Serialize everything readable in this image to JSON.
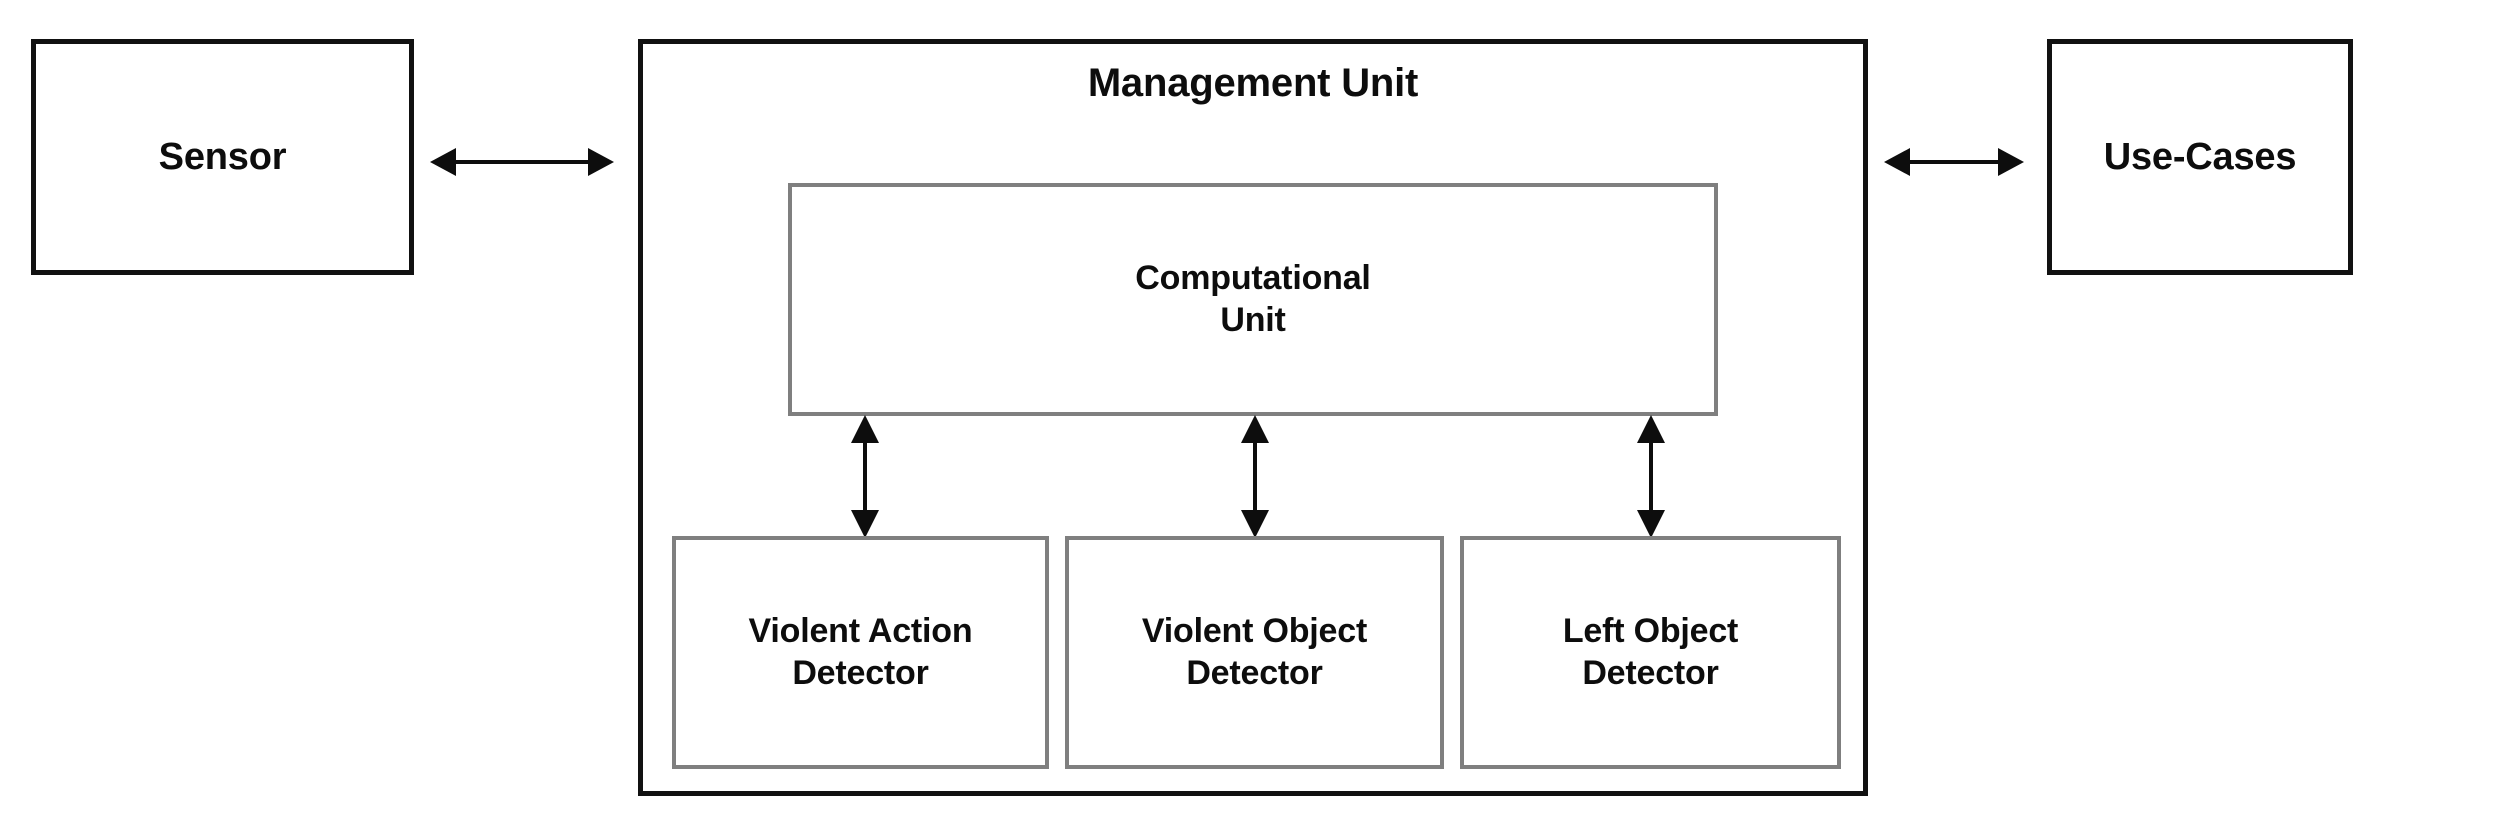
{
  "diagram": {
    "title": "System architecture block diagram",
    "background_color": "#ffffff",
    "outer_border_color": "#111111",
    "inner_border_color": "#7f7f7f",
    "text_color": "#0d0d0d"
  },
  "nodes": {
    "sensor": {
      "label": "Sensor"
    },
    "use_cases": {
      "label": "Use-Cases"
    },
    "management_unit": {
      "title": "Management Unit"
    },
    "computational_unit": {
      "label": "Computational\nUnit"
    },
    "detectors": [
      {
        "label": "Violent Action\nDetector"
      },
      {
        "label": "Violent Object\nDetector"
      },
      {
        "label": "Left Object\nDetector"
      }
    ]
  },
  "connectors": [
    {
      "name": "sensor-to-management",
      "from": "sensor",
      "to": "management_unit",
      "direction": "bidirectional",
      "orientation": "horizontal"
    },
    {
      "name": "management-to-use-cases",
      "from": "management_unit",
      "to": "use_cases",
      "direction": "bidirectional",
      "orientation": "horizontal"
    },
    {
      "name": "computational-to-violent-action",
      "from": "computational_unit",
      "to": "violent_action_detector",
      "direction": "bidirectional",
      "orientation": "vertical"
    },
    {
      "name": "computational-to-violent-object",
      "from": "computational_unit",
      "to": "violent_object_detector",
      "direction": "bidirectional",
      "orientation": "vertical"
    },
    {
      "name": "computational-to-left-object",
      "from": "computational_unit",
      "to": "left_object_detector",
      "direction": "bidirectional",
      "orientation": "vertical"
    }
  ]
}
